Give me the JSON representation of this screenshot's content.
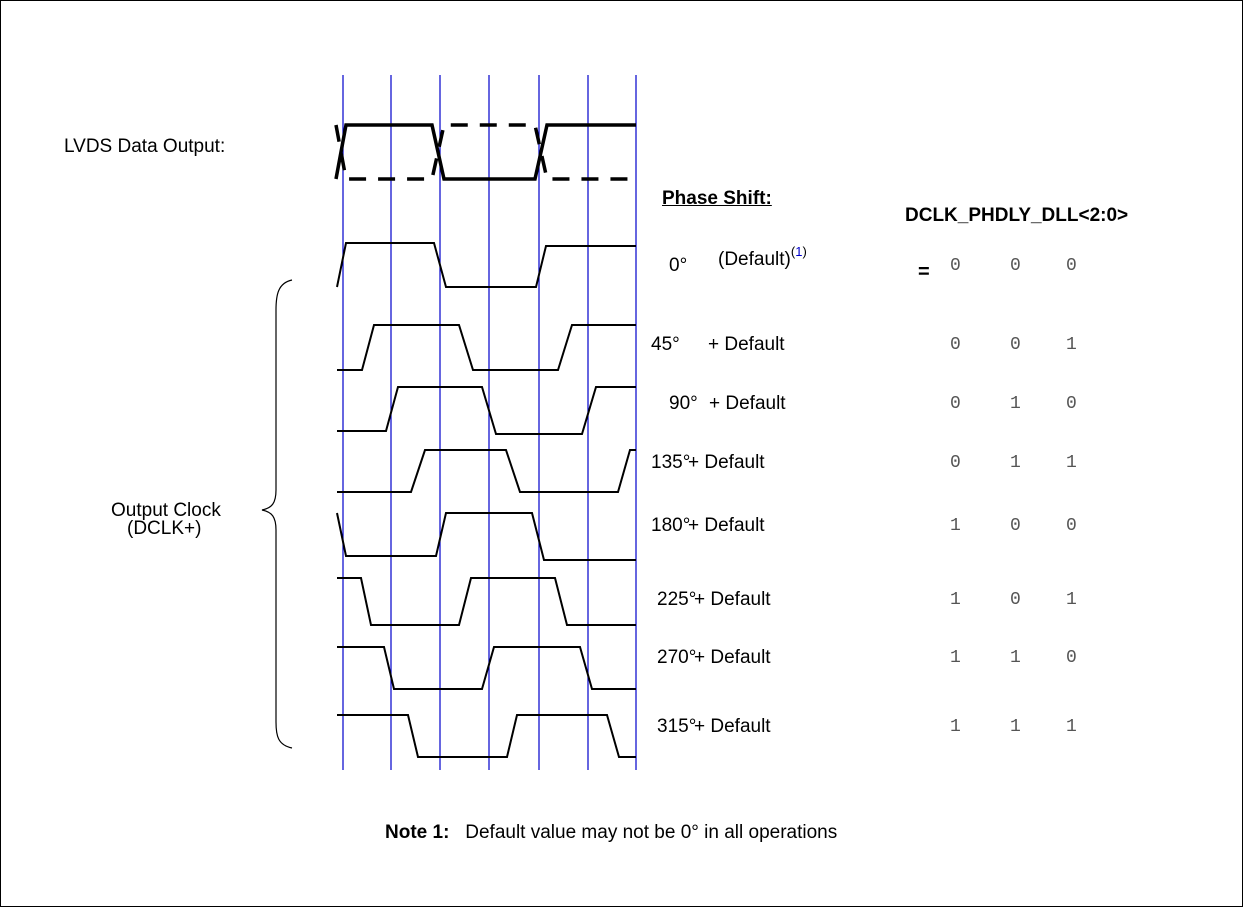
{
  "labels": {
    "data_output": "LVDS Data Output:",
    "output_clock_line1": "Output Clock",
    "output_clock_line2": "(DCLK+)",
    "phase_shift_header": "Phase Shift:",
    "register_header": "DCLK_PHDLY_DLL<2:0>",
    "default_text": "(Default)",
    "default_footnote_open": "(",
    "default_footnote_num": "1",
    "default_footnote_close": ")",
    "equals": "=",
    "note_label": "Note 1:",
    "note_text": "Default value may not be 0° in all operations"
  },
  "rows": [
    {
      "phase": "0°",
      "suffix": "",
      "bits": [
        "0",
        "0",
        "0"
      ]
    },
    {
      "phase": "45°",
      "suffix": "+ Default",
      "bits": [
        "0",
        "0",
        "1"
      ]
    },
    {
      "phase": "90°",
      "suffix": "+ Default",
      "bits": [
        "0",
        "1",
        "0"
      ]
    },
    {
      "phase": "135°",
      "suffix": "+ Default",
      "bits": [
        "0",
        "1",
        "1"
      ]
    },
    {
      "phase": "180°",
      "suffix": "+ Default",
      "bits": [
        "1",
        "0",
        "0"
      ]
    },
    {
      "phase": "225°",
      "suffix": "+ Default",
      "bits": [
        "1",
        "0",
        "1"
      ]
    },
    {
      "phase": "270°",
      "suffix": "+ Default",
      "bits": [
        "1",
        "1",
        "0"
      ]
    },
    {
      "phase": "315°",
      "suffix": "+ Default",
      "bits": [
        "1",
        "1",
        "1"
      ]
    }
  ],
  "colors": {
    "grid_lines": "#0000cc",
    "waveform": "#000000",
    "frame": "#000000"
  }
}
